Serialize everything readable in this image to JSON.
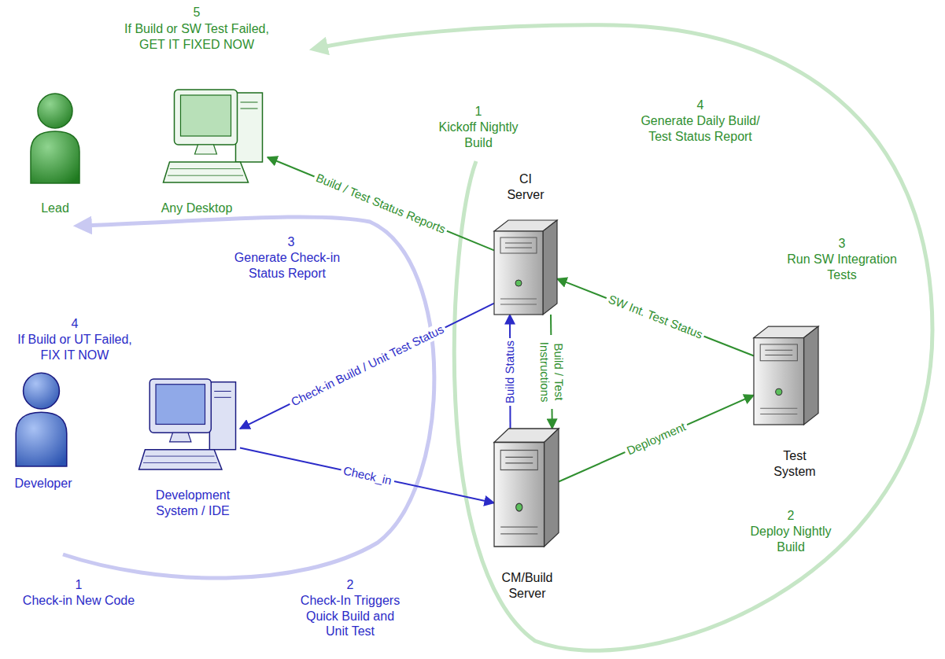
{
  "diagram": {
    "nodes": [
      {
        "text": [
          "Lead"
        ]
      },
      {
        "text": [
          "Any Desktop"
        ]
      },
      {
        "text": [
          "CI Server"
        ]
      },
      {
        "text": [
          "Developer"
        ]
      },
      {
        "text": [
          "Development System / IDE"
        ]
      },
      {
        "text": [
          "Test System"
        ]
      },
      {
        "text": [
          "CM/Build Server"
        ]
      }
    ],
    "edges": [
      {
        "from": 2,
        "to": 1,
        "label": "Build / Test Status Reports",
        "arrow": "to"
      },
      {
        "from": 2,
        "to": 4,
        "label": "Check-in Build / Unit Test Status",
        "arrow": "to"
      },
      {
        "from": 4,
        "to": 6,
        "label": "Check_in",
        "arrow": "to"
      },
      {
        "from": 6,
        "to": 2,
        "label": "Build Status",
        "arrow": "to"
      },
      {
        "from": 2,
        "to": 6,
        "label": "Build / Test Instructions",
        "arrow": "to"
      },
      {
        "from": 6,
        "to": 5,
        "label": "Deployment",
        "arrow": "to"
      },
      {
        "from": 5,
        "to": 2,
        "label": "SW Int. Test Status",
        "arrow": "to"
      }
    ],
    "labels": [
      "5",
      "If Build or SW Test Failed, GET IT FIXED NOW",
      "1",
      "Kickoff Nightly Build",
      "4",
      "Generate Daily Build/ Test Status Report",
      "3",
      "Generate Check-in Status Report",
      "3",
      "Run SW Integration Tests",
      "4",
      "If Build or UT Failed, FIX IT NOW",
      "1",
      "Check-in New Code",
      "2",
      "Check-In Triggers Quick Build and Unit Test",
      "2",
      "Deploy Nightly Build"
    ]
  }
}
